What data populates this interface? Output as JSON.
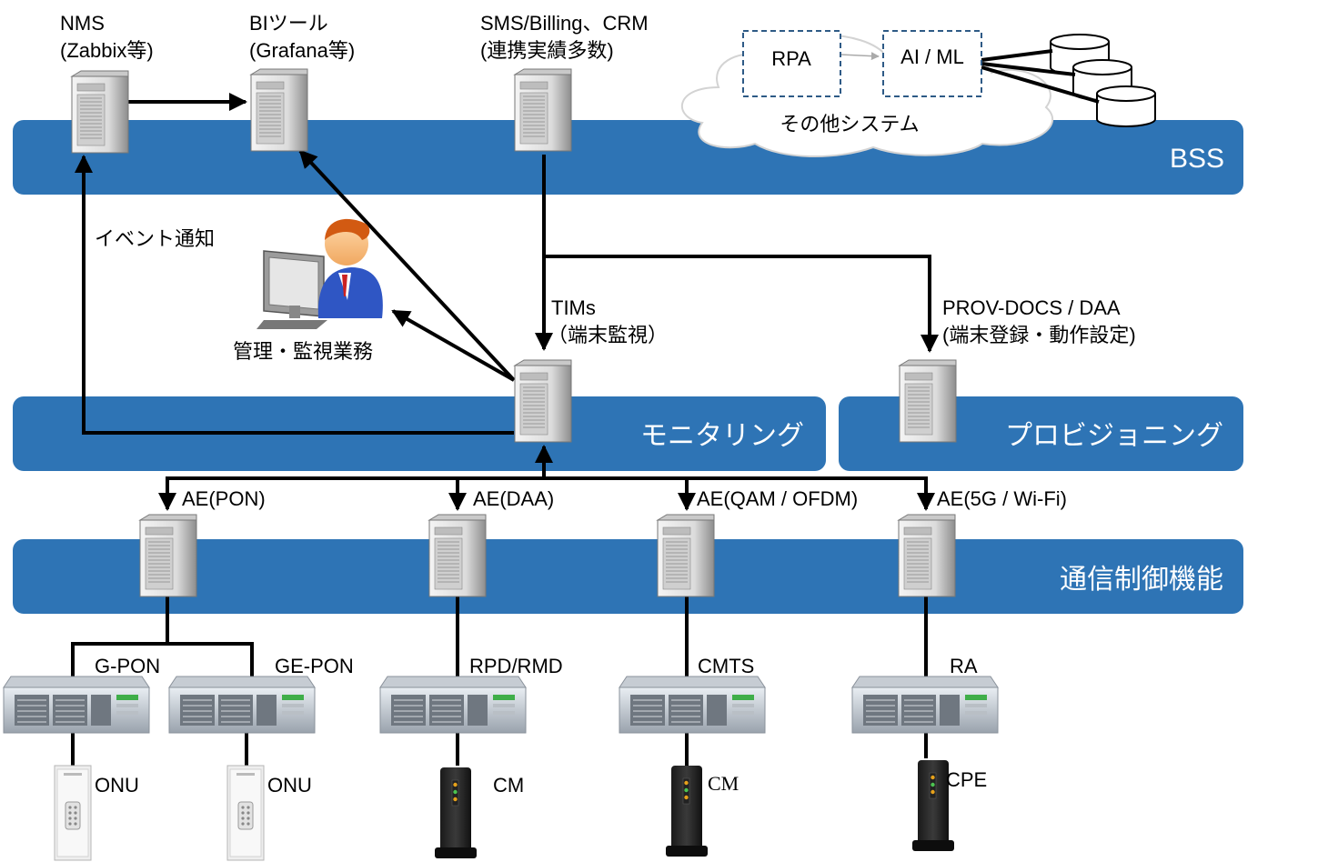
{
  "bss": {
    "band_title": "BSS",
    "nms": {
      "line1": "NMS",
      "line2": "(Zabbix等)"
    },
    "bi": {
      "line1": "BIツール",
      "line2": "(Grafana等)"
    },
    "sms": {
      "line1": "SMS/Billing、CRM",
      "line2": "(連携実績多数)"
    },
    "other": {
      "rpa": "RPA",
      "aiml": "AI / ML",
      "cloud_label": "その他システム"
    }
  },
  "event_notice": "イベント通知",
  "operator_label": "管理・監視業務",
  "tims": {
    "line1": "TIMs",
    "line2": "（端末監視）"
  },
  "prov": {
    "line1": "PROV-DOCS / DAA",
    "line2": "(端末登録・動作設定)"
  },
  "monitoring_band": "モニタリング",
  "provisioning_band": "プロビジョニング",
  "control_band": "通信制御機能",
  "ae": [
    "AE(PON)",
    "AE(DAA)",
    "AE(QAM / OFDM)",
    "AE(5G / Wi-Fi)"
  ],
  "devices": [
    "G-PON",
    "GE-PON",
    "RPD/RMD",
    "CMTS",
    "RA"
  ],
  "terminals": [
    "ONU",
    "ONU",
    "CM",
    "CM",
    "CPE"
  ],
  "colors": {
    "band": "#2e74b5",
    "arrow": "#000000",
    "dashed_border": "#2e5a86"
  }
}
